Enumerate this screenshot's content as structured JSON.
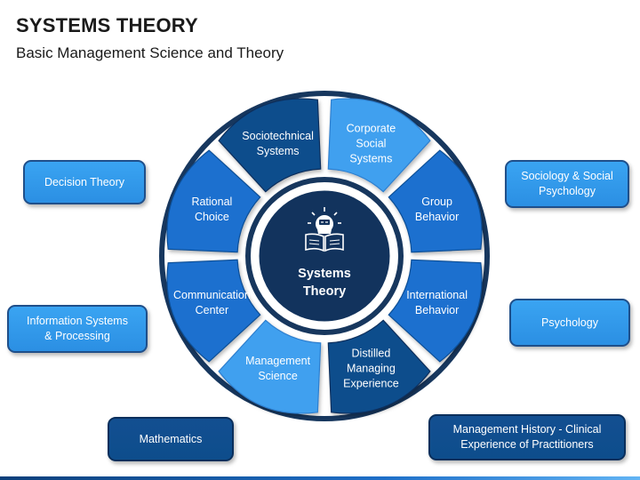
{
  "header": {
    "title": "SYSTEMS THEORY",
    "subtitle": "Basic Management Science and Theory"
  },
  "colors": {
    "dark": "#0d4d8c",
    "mid": "#1a6fcf",
    "light": "#3fa0ef",
    "center_fill": "#12335d",
    "ring": "#17375e"
  },
  "center": {
    "icon": "lightbulb-book-icon",
    "label": "Systems\nTheory"
  },
  "segments": [
    {
      "id": "corporate-social-systems",
      "label": "Corporate\nSocial\nSystems",
      "tone": "light"
    },
    {
      "id": "group-behavior",
      "label": "Group\nBehavior",
      "tone": "mid"
    },
    {
      "id": "international-behavior",
      "label": "International\nBehavior",
      "tone": "mid"
    },
    {
      "id": "distilled-managing-experience",
      "label": "Distilled\nManaging\nExperience",
      "tone": "dark"
    },
    {
      "id": "management-science",
      "label": "Management\nScience",
      "tone": "light"
    },
    {
      "id": "communication-center",
      "label": "Communication\nCenter",
      "tone": "mid"
    },
    {
      "id": "rational-choice",
      "label": "Rational\nChoice",
      "tone": "mid"
    },
    {
      "id": "sociotechnical-systems",
      "label": "Sociotechnical\nSystems",
      "tone": "dark"
    }
  ],
  "side_boxes": [
    {
      "id": "decision-theory",
      "label": "Decision Theory",
      "tone": "light"
    },
    {
      "id": "information-systems-processing",
      "label": "Information Systems\n& Processing",
      "tone": "light"
    },
    {
      "id": "mathematics",
      "label": "Mathematics",
      "tone": "dark"
    },
    {
      "id": "sociology-social-psychology",
      "label": "Sociology & Social\nPsychology",
      "tone": "light"
    },
    {
      "id": "psychology",
      "label": "Psychology",
      "tone": "light"
    },
    {
      "id": "management-history",
      "label": "Management History - Clinical\nExperience of Practitioners",
      "tone": "dark"
    }
  ]
}
